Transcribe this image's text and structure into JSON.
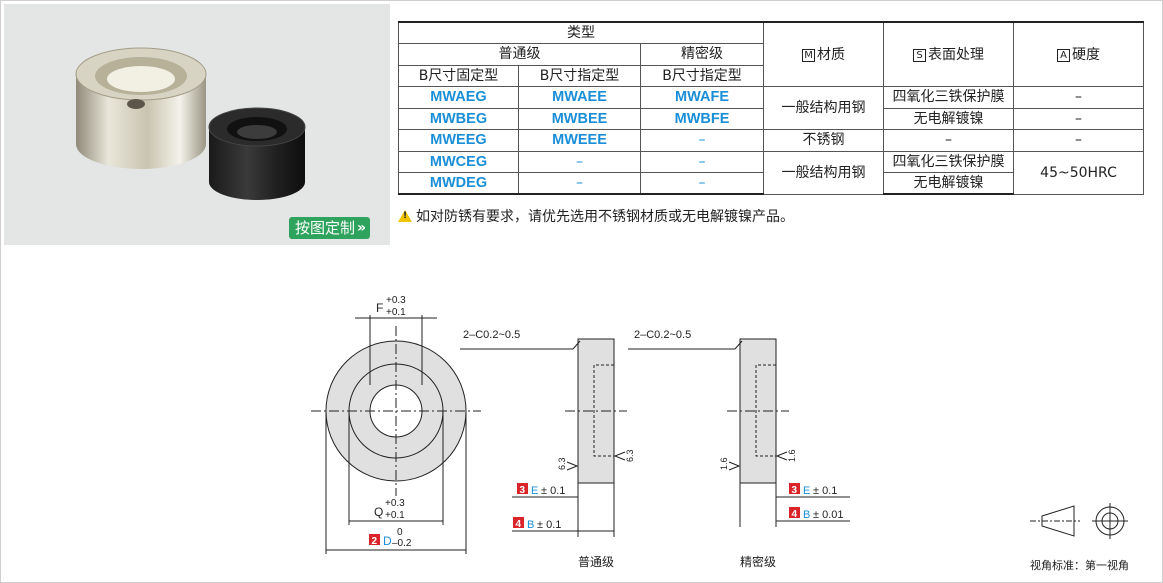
{
  "custom_button": {
    "label": "按图定制",
    "icon": "double-chevron-right-icon"
  },
  "table": {
    "header_type": "类型",
    "header_ordinary": "普通级",
    "header_precision": "精密级",
    "sub_b_fixed": "B尺寸固定型",
    "sub_b_specified_1": "B尺寸指定型",
    "sub_b_specified_2": "B尺寸指定型",
    "material_mark": "M",
    "material_label": "材质",
    "surface_mark": "S",
    "surface_label": "表面处理",
    "hardness_mark": "A",
    "hardness_label": "硬度",
    "rows": [
      {
        "c1": "MWAEG",
        "c2": "MWAEE",
        "c3": "MWAFE",
        "surface": "四氧化三铁保护膜",
        "hardness": "–"
      },
      {
        "c1": "MWBEG",
        "c2": "MWBEE",
        "c3": "MWBFE",
        "surface": "无电解镀镍",
        "hardness": "–"
      },
      {
        "c1": "MWEEG",
        "c2": "MWEEE",
        "c3": "–",
        "material": "不锈钢",
        "surface": "–",
        "hardness": "–"
      },
      {
        "c1": "MWCEG",
        "c2": "–",
        "c3": "–",
        "surface": "四氧化三铁保护膜"
      },
      {
        "c1": "MWDEG",
        "c2": "–",
        "c3": "–",
        "surface": "无电解镀镍"
      }
    ],
    "material_group1": "一般结构用钢",
    "material_group2": "一般结构用钢",
    "hardness_group": "45~50HRC"
  },
  "note": "如对防锈有要求，请优先选用不锈钢材质或无电解镀镍产品。",
  "drawing": {
    "f_label": "F",
    "f_tol_upper": "+0.3",
    "f_tol_lower": "+0.1",
    "q_label": "Q",
    "q_tol_upper": "+0.3",
    "q_tol_lower": "+0.1",
    "d_badge": "2",
    "d_label": "D",
    "d_tol_upper": "0",
    "d_tol_lower": "–0.2",
    "chamfer_1": "2–C0.2~0.5",
    "chamfer_2": "2–C0.2~0.5",
    "rough_63a": "6.3",
    "rough_63b": "6.3",
    "rough_16a": "1.6",
    "rough_16b": "1.6",
    "e_badge_1": "3",
    "e_label_1": "E",
    "e_tol_1": "± 0.1",
    "b_badge_1": "4",
    "b_label_1": "B",
    "b_tol_1": "± 0.1",
    "e_badge_2": "3",
    "e_label_2": "E",
    "e_tol_2": "± 0.1",
    "b_badge_2": "4",
    "b_label_2": "B",
    "b_tol_2": "± 0.01",
    "caption_ordinary": "普通级",
    "caption_precision": "精密级",
    "projection_label": "视角标准：第一视角"
  },
  "colors": {
    "accent_blue": "#1a8fd8",
    "badge_red": "#d9252a",
    "button_green": "#2ea35d"
  }
}
